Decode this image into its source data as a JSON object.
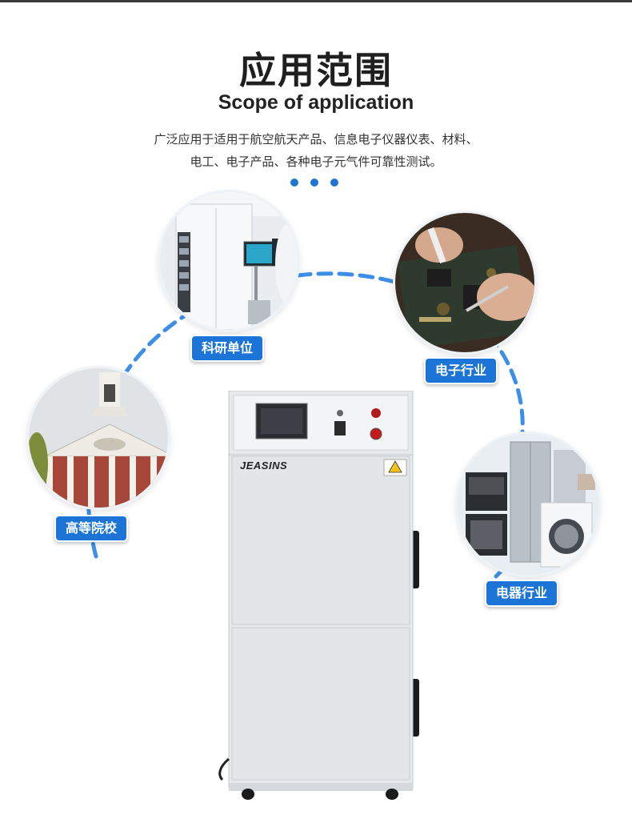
{
  "header": {
    "title": "应用范围",
    "subtitle": "Scope of application",
    "description_line1": "广泛应用于适用于航空航天产品、信息电子仪器仪表、材料、",
    "description_line2": "电工、电子产品、各种电子元气件可靠性测试。"
  },
  "applications": [
    {
      "label": "科研单位",
      "icon": "lab-equipment-photo"
    },
    {
      "label": "电子行业",
      "icon": "circuit-board-soldering-photo"
    },
    {
      "label": "高等院校",
      "icon": "university-building-photo"
    },
    {
      "label": "电器行业",
      "icon": "home-appliances-photo"
    }
  ],
  "product": {
    "brand": "JEASINS",
    "icon": "test-chamber-machine"
  },
  "colors": {
    "accent": "#1b74d6",
    "arc": "#3d8ee8",
    "machine_body": "#e6e9ec"
  }
}
